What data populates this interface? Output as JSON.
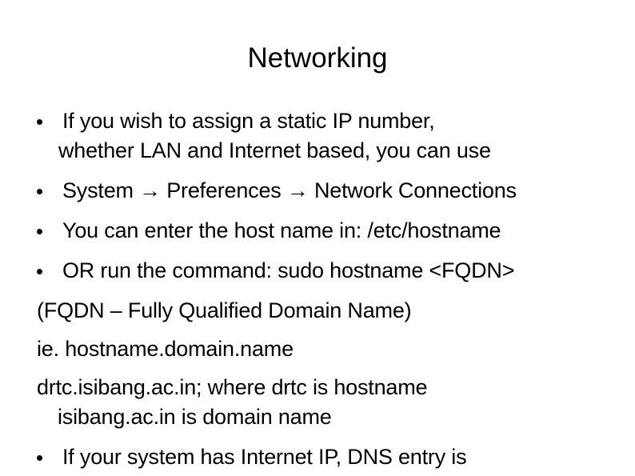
{
  "slide": {
    "title": "Networking",
    "background_color": "#ffffff",
    "text_color": "#000000",
    "lines": [
      {
        "id": "bullet-1",
        "kind": "bullet",
        "text": "If you wish to assign a static IP number,"
      },
      {
        "id": "bullet-1-wrap",
        "kind": "bullet-continuation",
        "text": "whether LAN and Internet based, you can use"
      },
      {
        "id": "bullet-2",
        "kind": "bullet",
        "text": "System → Preferences → Network Connections"
      },
      {
        "id": "bullet-3",
        "kind": "bullet",
        "text": "You can enter the host name in: /etc/hostname"
      },
      {
        "id": "bullet-4",
        "kind": "bullet",
        "text": "OR run the command: sudo hostname <FQDN>"
      },
      {
        "id": "para-1",
        "kind": "plain",
        "text": "(FQDN – Fully Qualified Domain Name)"
      },
      {
        "id": "para-2",
        "kind": "plain",
        "text": "ie. hostname.domain.name"
      },
      {
        "id": "para-3",
        "kind": "plain",
        "text": "drtc.isibang.ac.in; where drtc is hostname"
      },
      {
        "id": "para-3-wrap",
        "kind": "plain-continuation",
        "text": "isibang.ac.in is domain name"
      },
      {
        "id": "bullet-5",
        "kind": "bullet",
        "text": "If your system has Internet IP, DNS entry is"
      }
    ]
  }
}
